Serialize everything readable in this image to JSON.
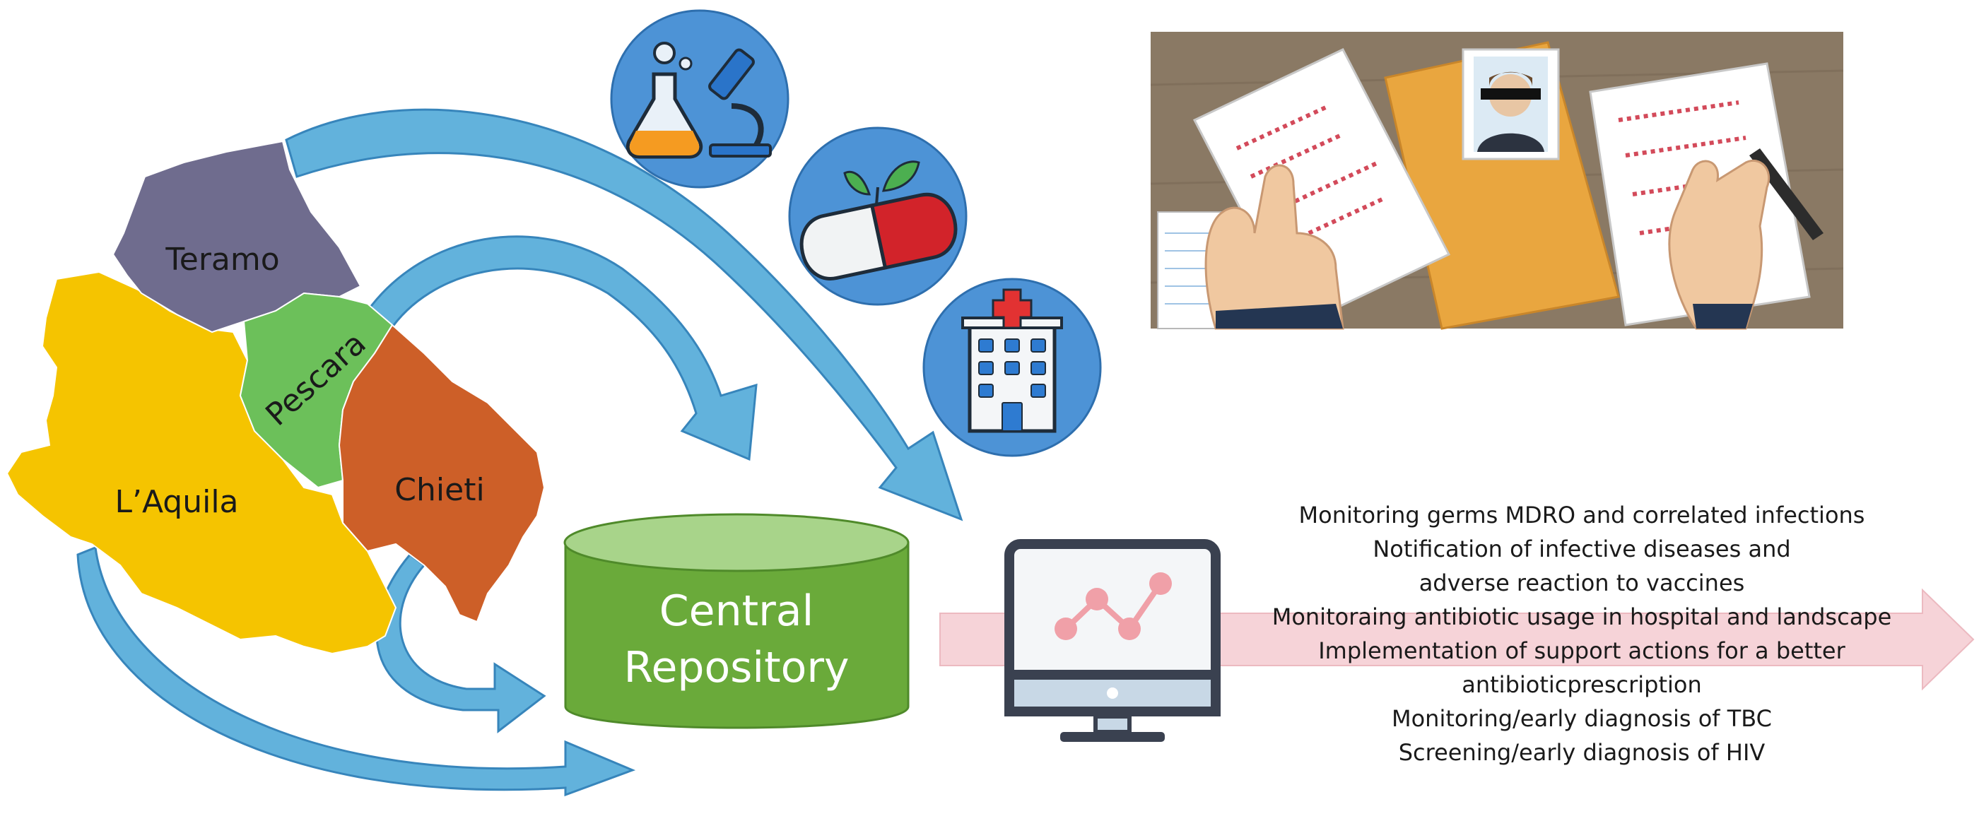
{
  "map": {
    "provinces": [
      {
        "key": "teramo",
        "label": "Teramo"
      },
      {
        "key": "pescara",
        "label": "Pescara"
      },
      {
        "key": "laquila",
        "label": "L’Aquila"
      },
      {
        "key": "chieti",
        "label": "Chieti"
      }
    ],
    "colors": {
      "teramo": "#6f6c8e",
      "pescara": "#6cc05a",
      "laquila": "#f5c400",
      "chieti": "#cd5f28"
    }
  },
  "repository": {
    "line1": "Central",
    "line2": "Repository",
    "color_body": "#6aaa3a",
    "color_top": "#a8d48a"
  },
  "icons": [
    "laboratory-icon",
    "medicine-icon",
    "hospital-icon",
    "monitor-chart-icon",
    "patient-records-illustration"
  ],
  "outcomes": {
    "items": [
      "Monitoring germs MDRO and correlated infections",
      "Notification of infective diseases and",
      "adverse reaction to vaccines",
      "Monitoraing antibiotic usage in hospital and landscape",
      "Implementation of support actions for a better",
      "antibioticprescription",
      "Monitoring/early diagnosis of TBC",
      "Screening/early diagnosis of HIV"
    ],
    "arrow_color": "#f6d3d8"
  },
  "colors": {
    "flow_arrow": "#5aaedb",
    "icon_circle": "#4d93d6"
  }
}
